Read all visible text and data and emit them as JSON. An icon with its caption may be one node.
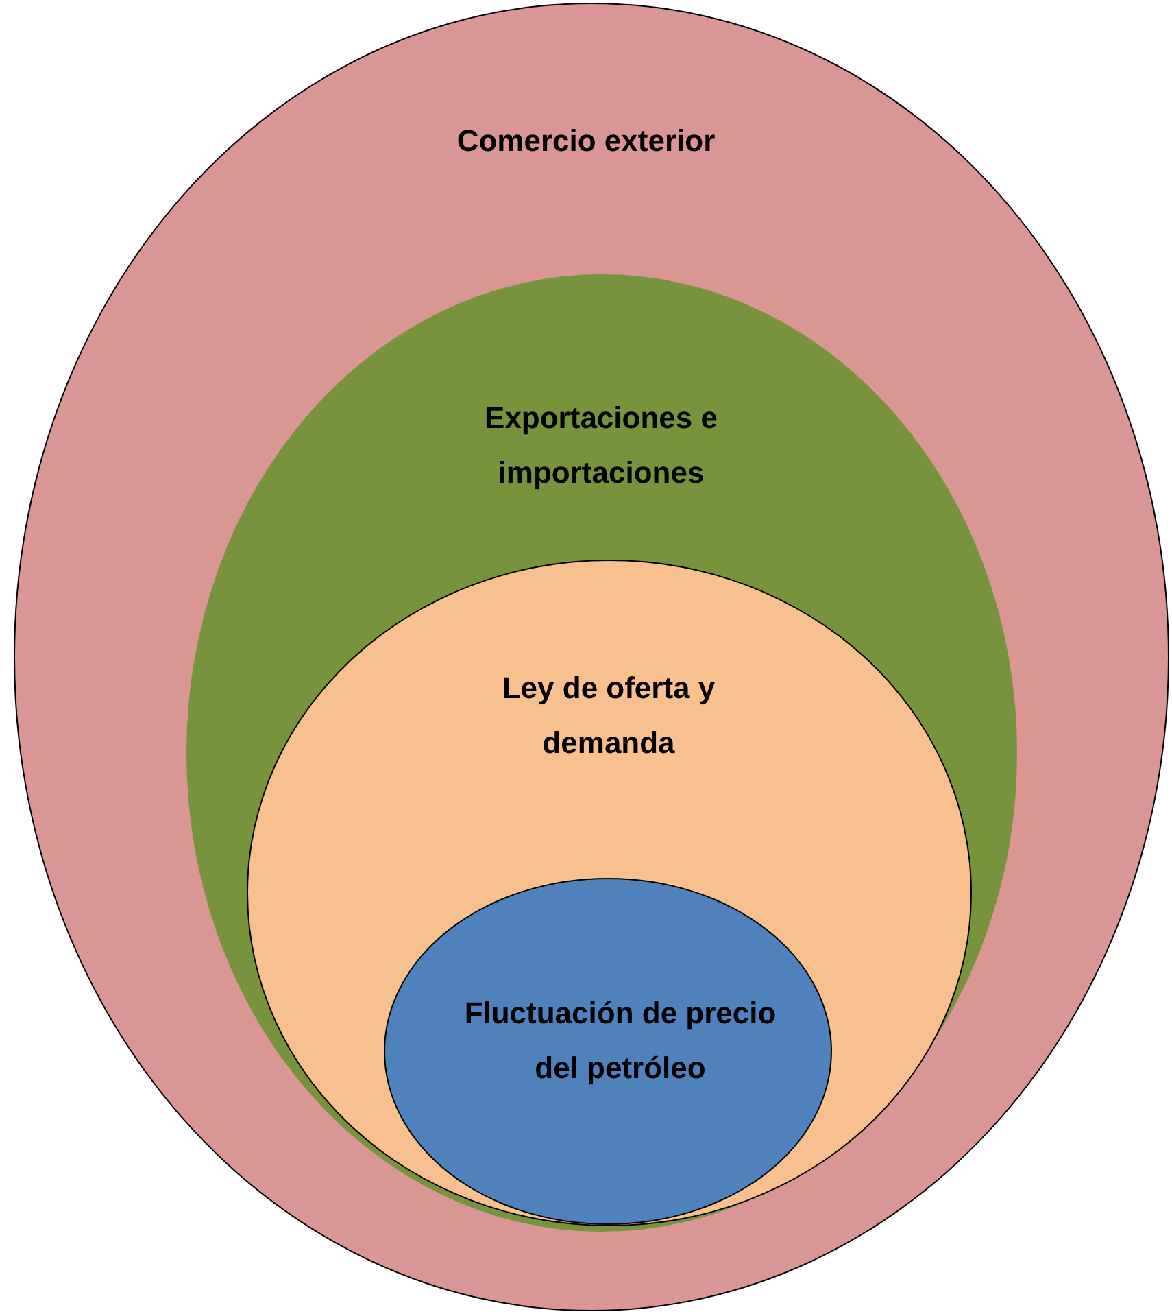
{
  "diagram": {
    "nodes": [
      {
        "text": [
          "Comercio exterior"
        ]
      },
      {
        "text": [
          "Exportaciones e importaciones"
        ],
        "in": 0
      },
      {
        "text": [
          "Ley de oferta y demanda"
        ],
        "in": 1
      },
      {
        "text": [
          "Fluctuación de precio del petróleo"
        ],
        "in": 2
      }
    ]
  }
}
